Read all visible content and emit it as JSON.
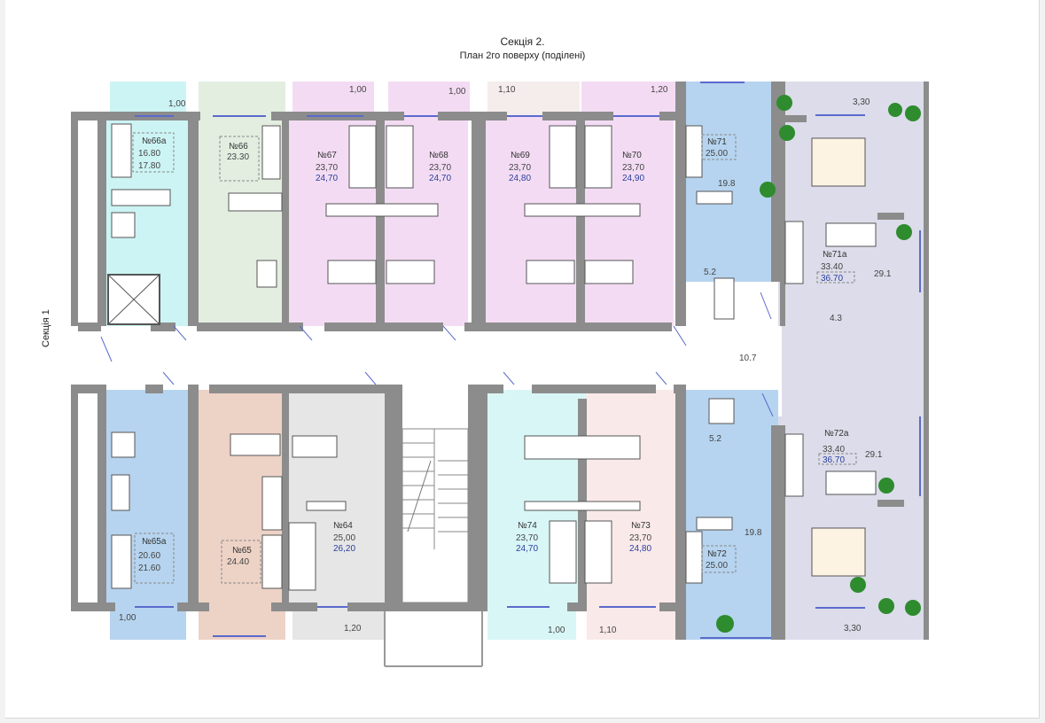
{
  "header": {
    "title": "Секція 2.",
    "subtitle": "План 2го поверху (поділені)"
  },
  "side_label": "Секція 1",
  "colors": {
    "cyan": "#cdf4f4",
    "green": "#e3eee1",
    "pink": "#f3dcf3",
    "blue": "#b6d4ef",
    "lavender": "#dcdcea",
    "peach": "#edd2c6",
    "grey": "#e6e6e6",
    "mint": "#d9f6f6",
    "rose": "#f9e9e9",
    "wall": "#777777"
  },
  "apartments": [
    {
      "id": "66a",
      "name": "№66а",
      "area_top": "16.80",
      "area_bottom": "17.80"
    },
    {
      "id": "66",
      "name": "№66",
      "area_top": "23.30",
      "area_bottom": ""
    },
    {
      "id": "67",
      "name": "№67",
      "area_top": "23,70",
      "area_bottom": "24,70"
    },
    {
      "id": "68",
      "name": "№68",
      "area_top": "23,70",
      "area_bottom": "24,70"
    },
    {
      "id": "69",
      "name": "№69",
      "area_top": "23,70",
      "area_bottom": "24,80"
    },
    {
      "id": "70",
      "name": "№70",
      "area_top": "23,70",
      "area_bottom": "24,90"
    },
    {
      "id": "71",
      "name": "№71",
      "area_top": "25.00",
      "area_bottom": ""
    },
    {
      "id": "71a",
      "name": "№71а",
      "area_top": "33.40",
      "area_bottom": "36.70"
    },
    {
      "id": "72a",
      "name": "№72а",
      "area_top": "33.40",
      "area_bottom": "36.70"
    },
    {
      "id": "72",
      "name": "№72",
      "area_top": "25.00",
      "area_bottom": ""
    },
    {
      "id": "73",
      "name": "№73",
      "area_top": "23,70",
      "area_bottom": "24,80"
    },
    {
      "id": "74",
      "name": "№74",
      "area_top": "23,70",
      "area_bottom": "24,70"
    },
    {
      "id": "64",
      "name": "№64",
      "area_top": "25,00",
      "area_bottom": "26,20"
    },
    {
      "id": "65",
      "name": "№65",
      "area_top": "24.40",
      "area_bottom": ""
    },
    {
      "id": "65a",
      "name": "№65а",
      "area_top": "20.60",
      "area_bottom": "21.60"
    }
  ],
  "balconies": {
    "b1": "1,00",
    "b2": "1,00",
    "b3": "1,00",
    "b4": "1,10",
    "b5": "1,20",
    "b6": "3,30",
    "b7": "1,00",
    "b8": "1,20",
    "b9": "1,00",
    "b10": "1,10",
    "b11": "3,30"
  },
  "room_areas": {
    "r1": "19.8",
    "r2": "5.2",
    "r3": "29.1",
    "r4": "4.3",
    "r5": "10.7",
    "r6": "5.2",
    "r7": "29.1",
    "r8": "19.8"
  }
}
